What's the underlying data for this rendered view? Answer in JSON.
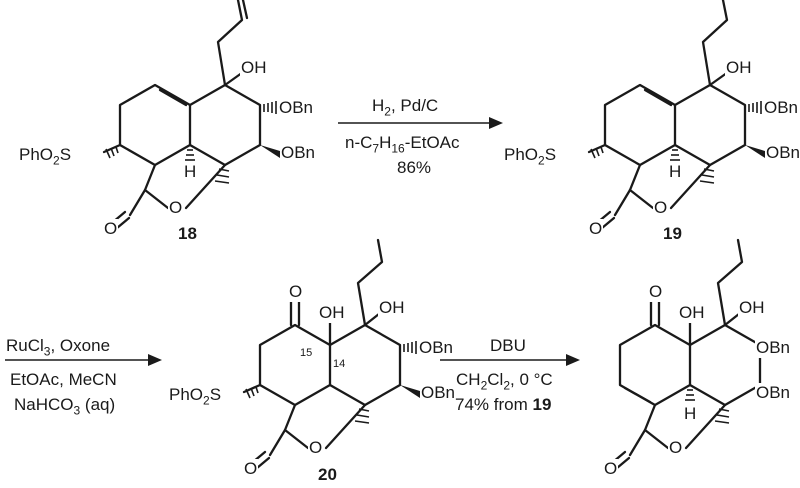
{
  "compounds": [
    {
      "number": "18"
    },
    {
      "number": "19"
    },
    {
      "number": "20"
    }
  ],
  "atoms": {
    "oh": "OH",
    "obn": "OBn",
    "phso2s_pre": "PhO",
    "phso2s_sub": "2",
    "phso2s_post": "S",
    "h": "H",
    "o": "O",
    "c15": "15",
    "c14": "14"
  },
  "step1": {
    "line1_pre": "H",
    "line1_sub": "2",
    "line1_post": ", Pd/C",
    "line2_pre": "n-C",
    "line2_sub1": "7",
    "line2_mid": "H",
    "line2_sub2": "16",
    "line2_post": "-EtOAc",
    "yield": "86%"
  },
  "step2": {
    "line1_pre": "RuCl",
    "line1_sub": "3",
    "line1_post": ", Oxone",
    "line2": "EtOAc, MeCN",
    "line3_pre": "NaHCO",
    "line3_sub": "3",
    "line3_post": " (aq)"
  },
  "step3": {
    "line1": "DBU",
    "line2_pre": "CH",
    "line2_sub1": "2",
    "line2_mid": "Cl",
    "line2_sub2": "2",
    "line2_post": ", 0 °C",
    "line3_pre": "74% from ",
    "line3_ref": "19"
  }
}
